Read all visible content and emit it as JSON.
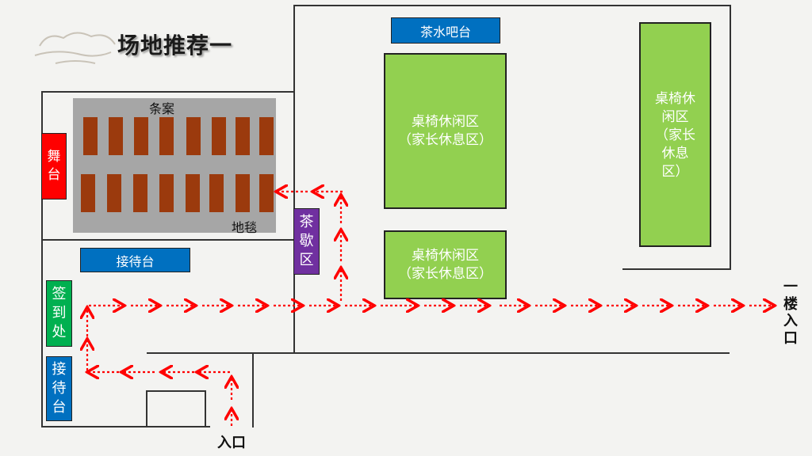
{
  "title": "场地推荐一",
  "stage": "舞\n台",
  "tables_label": "条案",
  "carpet_label": "地毯",
  "reception_top": "接待台",
  "signin": "签\n到\n处",
  "reception_side": "接\n待\n台",
  "tea_break": "茶\n歇\n区",
  "tea_bar": "茶水吧台",
  "lounge_a": "桌椅休闲区\n（家长休息区）",
  "lounge_b": "桌椅休闲区\n（家长休息区）",
  "lounge_c": "桌椅休\n闲区\n（家长\n休息\n区）",
  "entrance_bottom": "入口",
  "entrance_right": "一\n楼\n入\n口",
  "colors": {
    "stage": "#ff0000",
    "reception": "#0070c0",
    "signin": "#00b050",
    "tea_break": "#7030a0",
    "lounge": "#92d050",
    "tables": "#9b3a0d",
    "carpet": "#a6a6a6",
    "path": "#ff0000"
  }
}
